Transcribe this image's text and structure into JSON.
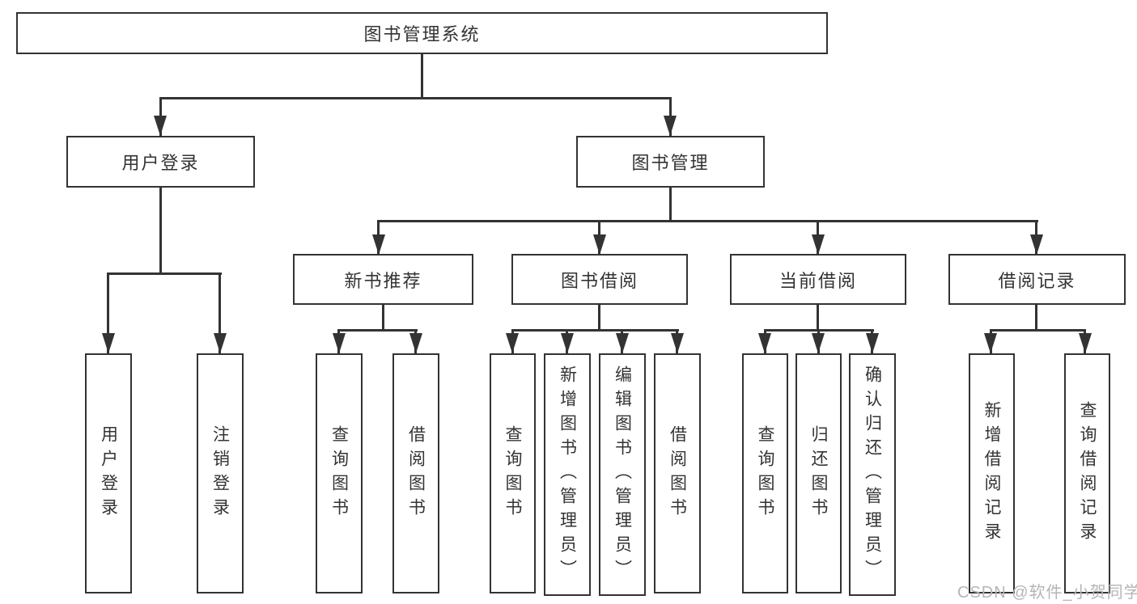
{
  "diagram": {
    "tree": {
      "label": "图书管理系统",
      "children": [
        {
          "label": "用户登录",
          "children": [
            {
              "label": "用户登录"
            },
            {
              "label": "注销登录"
            }
          ]
        },
        {
          "label": "图书管理",
          "children": [
            {
              "label": "新书推荐",
              "children": [
                {
                  "label": "查询图书"
                },
                {
                  "label": "借阅图书"
                }
              ]
            },
            {
              "label": "图书借阅",
              "children": [
                {
                  "label": "查询图书"
                },
                {
                  "label": "新增图书（管理员）"
                },
                {
                  "label": "编辑图书（管理员）"
                },
                {
                  "label": "借阅图书"
                }
              ]
            },
            {
              "label": "当前借阅",
              "children": [
                {
                  "label": "查询图书"
                },
                {
                  "label": "归还图书"
                },
                {
                  "label": "确认归还（管理员）"
                }
              ]
            },
            {
              "label": "借阅记录",
              "children": [
                {
                  "label": "新增借阅记录"
                },
                {
                  "label": "查询借阅记录"
                }
              ]
            }
          ]
        }
      ]
    },
    "watermark": {
      "text": "CSDN @软件_小贺同学"
    },
    "colors": {
      "line": "#333333",
      "box_border": "#333333",
      "text": "#333333",
      "watermark": "#b5b5b5",
      "background": "#ffffff"
    }
  }
}
